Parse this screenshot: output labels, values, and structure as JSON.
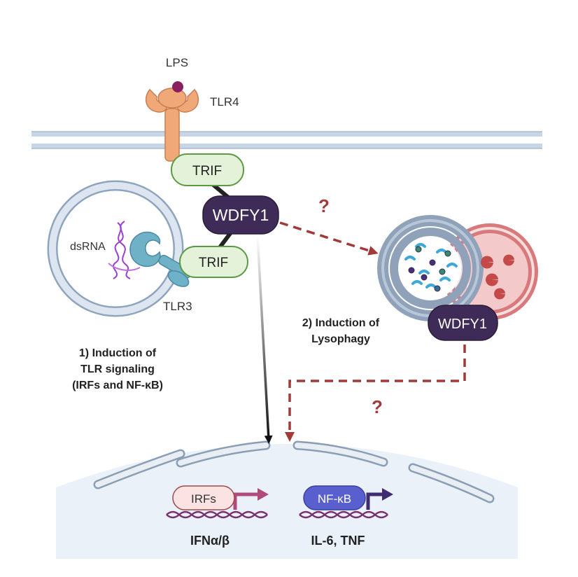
{
  "labels": {
    "lps": "LPS",
    "tlr4": "TLR4",
    "trif_top": "TRIF",
    "wdfy1_center": "WDFY1",
    "trif_bottom": "TRIF",
    "dsrna": "dsRNA",
    "tlr3": "TLR3",
    "question_upper": "?",
    "question_lower": "?",
    "wdfy1_lysosome": "WDFY1",
    "path1_line1": "1) Induction of",
    "path1_line2": "TLR signaling",
    "path1_line3": "(IRFs and NF-κB)",
    "path2_line1": "2) Induction of",
    "path2_line2": "Lysophagy",
    "irfs": "IRFs",
    "nfkb": "NF-κB",
    "gene_ifn": "IFNα/β",
    "gene_il6": "IL-6, TNF"
  },
  "colors": {
    "membrane": "#c7d6e6",
    "trif_fill": "#e3f2d9",
    "trif_stroke": "#5d9a45",
    "wdfy1_fill": "#3f2b57",
    "tlr4": "#f0a878",
    "tlr3": "#6fb2c8",
    "dsrna": "#9b3fd0",
    "dashed_arrow": "#a33a3a",
    "lysosome": "#d8797c",
    "nucleus": "#eaf1f9",
    "irfs_fill": "#fbe3e3",
    "irfs_arrow": "#b04a7c",
    "nfkb_fill": "#5a5fcf",
    "nfkb_arrow": "#3f2b70"
  },
  "icons": [
    "lps-molecule-icon",
    "tlr4-receptor-icon",
    "tlr3-receptor-icon",
    "dsrna-strand-icon",
    "lysophagy-vesicle-icon",
    "dna-helix-icon",
    "promoter-arrow-icon"
  ]
}
